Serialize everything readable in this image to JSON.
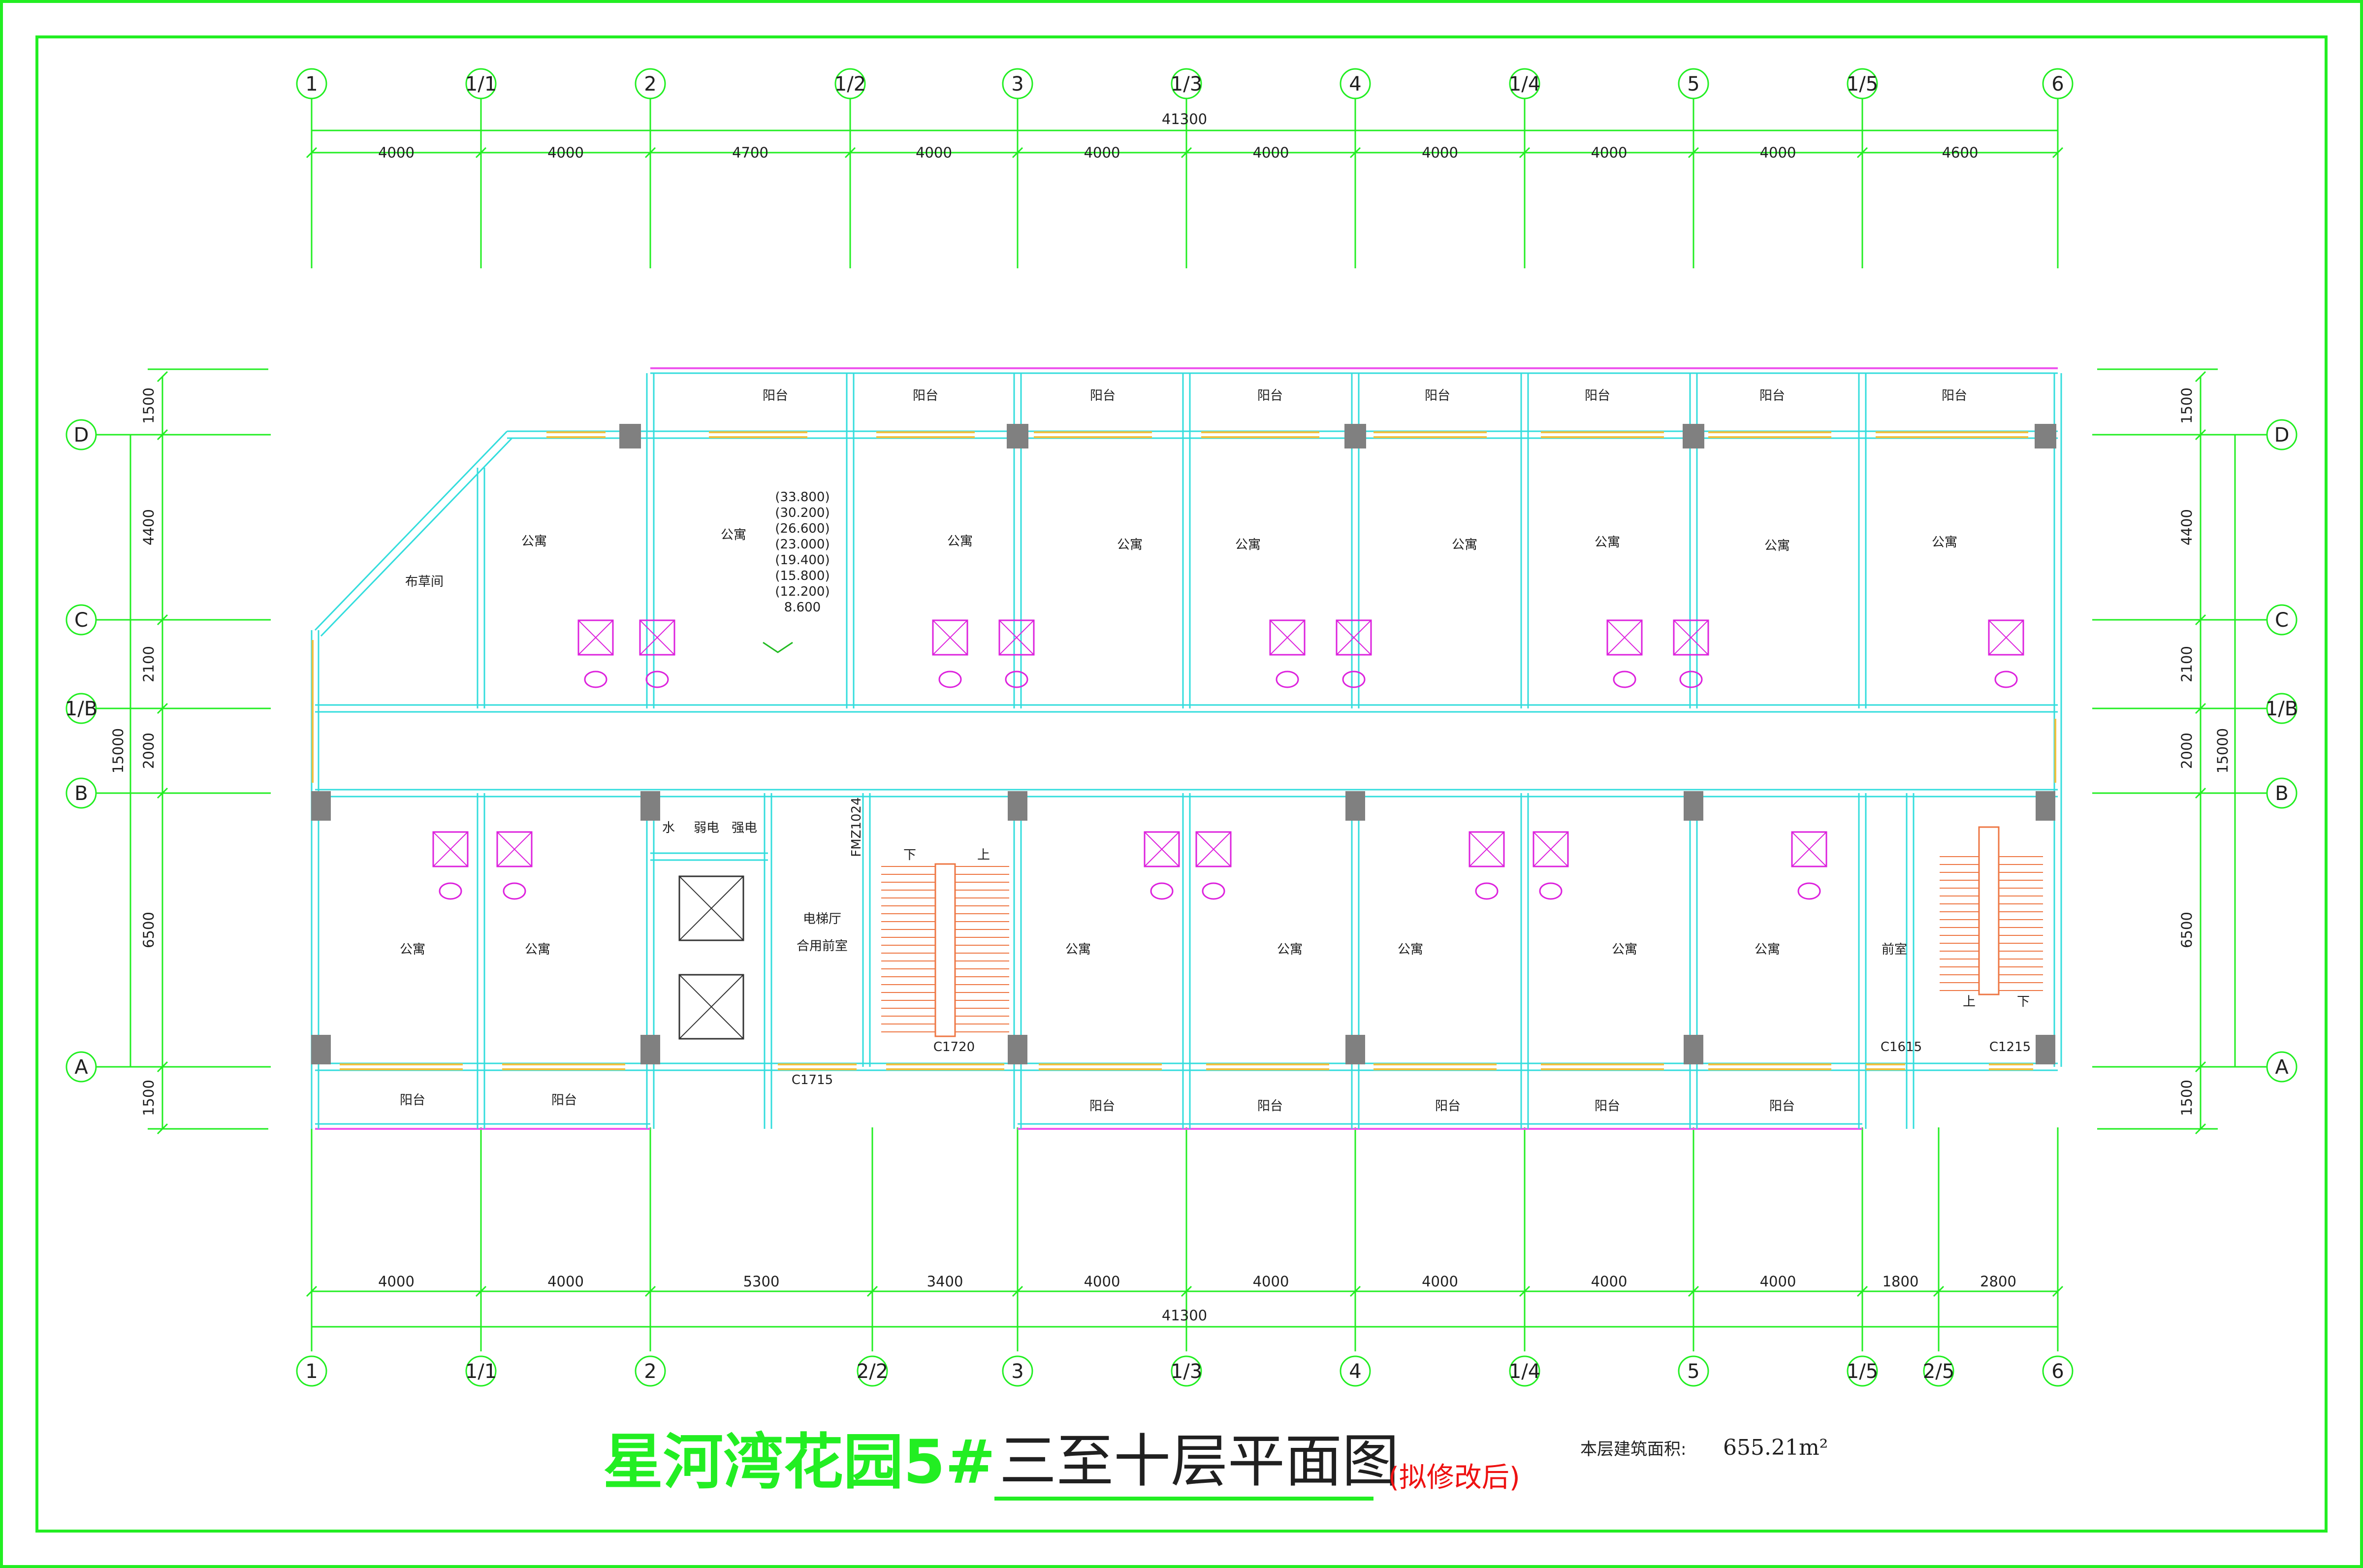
{
  "colors": {
    "frame": "#22ee22",
    "dim_line": "#22ee22",
    "wall": "#33dddd",
    "column": "#808080",
    "window": "#f0c040",
    "railing": "#ee55ee",
    "fixture": "#dd22dd",
    "title_green": "#22ee22",
    "note_red": "#ee1111"
  },
  "axes": {
    "top": [
      "1",
      "1/1",
      "2",
      "1/2",
      "3",
      "1/3",
      "4",
      "1/4",
      "5",
      "1/5",
      "6"
    ],
    "bottom": [
      "1",
      "1/1",
      "2",
      "2/2",
      "3",
      "1/3",
      "4",
      "1/4",
      "5",
      "1/5",
      "2/5",
      "6"
    ],
    "left": [
      "D",
      "C",
      "1/B",
      "B",
      "A"
    ],
    "right": [
      "D",
      "C",
      "1/B",
      "B",
      "A"
    ]
  },
  "dims": {
    "top_total": "41300",
    "top": [
      "4000",
      "4000",
      "4700",
      "4000",
      "4000",
      "4000",
      "4000",
      "4000",
      "4000",
      "4600"
    ],
    "bottom": [
      "4000",
      "4000",
      "5300",
      "3400",
      "4000",
      "4000",
      "4000",
      "4000",
      "4000",
      "1800",
      "2800"
    ],
    "bottom_total": "41300",
    "left": [
      "1500",
      "4400",
      "2100",
      "2000",
      "6500",
      "1500"
    ],
    "left_total": "15000",
    "right": [
      "1500",
      "4400",
      "2100",
      "2000",
      "6500",
      "1500"
    ],
    "right_total": "15000"
  },
  "rooms": {
    "balcony": "阳台",
    "apartment": "公寓",
    "linen": "布草间",
    "water": "水",
    "weak_elec": "弱电",
    "strong_elec": "强电",
    "elev_hall": "电梯厅",
    "shared_lobby": "合用前室",
    "vestibule": "前室",
    "down": "下",
    "up": "上"
  },
  "elevations": [
    "(33.800)",
    "(30.200)",
    "(26.600)",
    "(23.000)",
    "(19.400)",
    "(15.800)",
    "(12.200)",
    "8.600"
  ],
  "door_tag": "FMZ1024",
  "window_tags": {
    "stair_window": "C1720",
    "lobby_window": "C1715",
    "vestibule_window": "C1615",
    "stair2_window": "C1215"
  },
  "title": {
    "project": "星河湾花园5#",
    "drawing": "三至十层平面图",
    "note": "(拟修改后)"
  },
  "area": {
    "label": "本层建筑面积:",
    "value": "655.21m²"
  }
}
